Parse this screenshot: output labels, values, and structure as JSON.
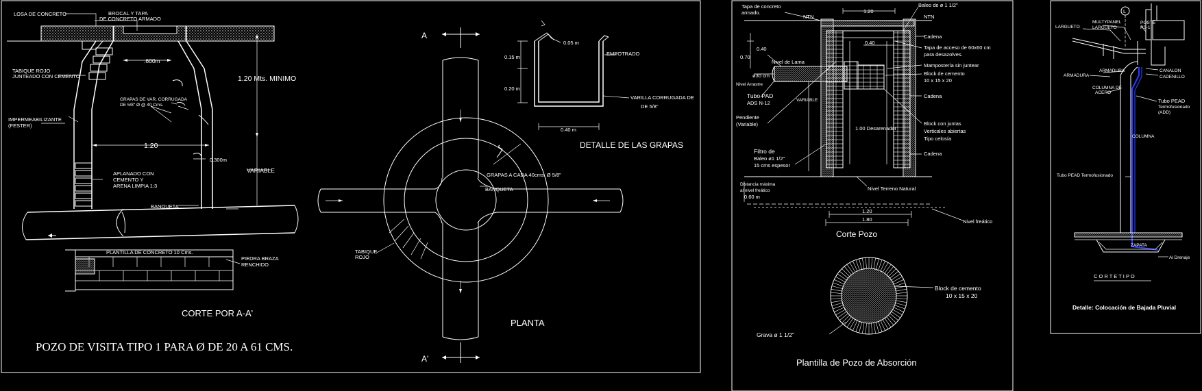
{
  "colors": {
    "background": "#000000",
    "lines": "#ffffff",
    "accent_blue": "#2a3cff"
  },
  "panel1": {
    "losa": "LOSA DE CONCRETO",
    "brocal1": "BROCAL Y TAPA",
    "brocal2": "DE CONCRETO ARMADO",
    "tabique1": "TABIQUE ROJO",
    "tabique2": "JUNTEADO CON CEMENTO",
    "imper1": "IMPERMEABILIZANTE",
    "imper2": "(FESTER)",
    "d600": ".600m",
    "grapas1": "GRAPAS DE VAR. CORRUGADA",
    "grapas2": "DE 5/8\" Ø @ 40 Cms.",
    "d120min": "1.20 Mts. MINIMO",
    "d120": "1.20",
    "d300": "0.300m",
    "variable": "VARIABLE",
    "aplanado1": "APLANADO CON",
    "aplanado2": "CEMENTO Y",
    "aplanado3": "ARENA LIMPIA 1:3",
    "banqueta": "BANQUETA",
    "plantilla": "PLANTILLA DE CONCRETO 10 Cms.",
    "piedra1": "PIEDRA BRAZA",
    "piedra2": "RENCHIDO",
    "corte": "CORTE POR A-A'",
    "title": "POZO DE VISITA TIPO 1 PARA Ø DE 20 A 61 CMS.",
    "secA": "A",
    "secA2": "A'",
    "d005": "0.05 m",
    "d015": "0.15 m",
    "d020": "0.20 m",
    "d040": "0.40 m",
    "empotrado": "EMPOTRADO",
    "varilla1": "VARILLA CORRUGADA DE",
    "varilla2": "DE 5/8\"",
    "detalle": "DETALLE DE LAS GRAPAS",
    "grapasCada": "GRAPAS A CADA 40cms. Ø 5/8\"",
    "banqueta2": "BANQUETA",
    "tabiqueRojo1": "TABIQUE",
    "tabiqueRojo2": "ROJO",
    "planta": "PLANTA"
  },
  "panel2": {
    "tapa1": "Tapa de concreto",
    "tapa2": "armado.",
    "baleo": "Baleo de ø 1 1/2\"",
    "ntn1": "NTN",
    "ntn2": "NTN",
    "d120": "1.20",
    "d040": "0.40",
    "d070": "0.70",
    "nivelLama": "Nivel de Lama",
    "d30": "ø30 cm",
    "nivelArrastre": "Nivel Arrastre",
    "cadena1": "Cadena",
    "tapaAcceso1": "Tapa de acceso de 60x60 cm",
    "tapaAcceso2": "para desazolves.",
    "mamposteria": "Mampostería sin juntear",
    "block1": "Block de cemento",
    "block2": "10 x 15 x 20",
    "tuboPad": "Tubo PAD",
    "ads": "ADS N-12",
    "variable": "VARIABLE",
    "cadena2": "Cadena",
    "pendiente1": "Pendiente",
    "pendiente2": "(Variable)",
    "desarenador": "1.00 Desarenador",
    "blockJuntas1": "Block con juntas",
    "blockJuntas2": "Verticales abiertas",
    "blockJuntas3": "Tipo celosía",
    "filtro": "Filtro de",
    "filtro2": "Baleo ø1 1/2\"",
    "filtro3": "15 cms espesor",
    "cadena3": "Cadena",
    "distancia1": "Distancia máxima",
    "distancia2": "al nivel freático",
    "distancia3": "0.60 m",
    "nivelTerreno": "Nivel Terreno Natural",
    "d120b": "1.20",
    "d180": "1.80",
    "nivelFreatico": "Nivel freático",
    "cortePozo": "Corte Pozo",
    "blockCemento1": "Block de cemento",
    "blockCemento2": "10 x 15 x 20",
    "grava": "Grava ø 1 1/2\"",
    "plantilla": "Plantilla de Pozo de Absorción"
  },
  "panel3": {
    "circle": "L",
    "largueto": "LARGUETO",
    "multipanel1": "MULTYPANEL",
    "multipanel2": "LARGUETO",
    "poste": "POSTE",
    "ps": "PS-1",
    "armadura1": "ARMADURA",
    "armadura2": "ARMADURA",
    "canalon": "CANALON",
    "cadenillo": "CADENILLO",
    "columnaAcero1": "COLUMNA DE",
    "columnaAcero2": "ACERO",
    "tuboPead1": "Tubo PEAD",
    "tuboPead2": "Termofusionado",
    "tuboPead3": "(ADD)",
    "columna": "COLUMNA",
    "tuboPeadTermo": "Tubo PEAD Termofusionado",
    "zapata": "ZAPATA",
    "drenaje": "Al Drenaje",
    "corteTipo": "C O R T E   T I P O",
    "detalle": "Detalle: Colocación de Bajada Pluvial"
  }
}
